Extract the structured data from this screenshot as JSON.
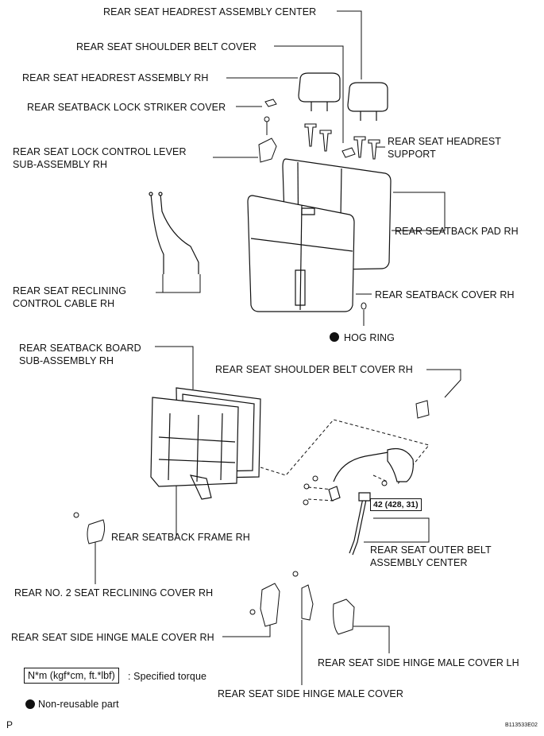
{
  "labels": {
    "headrest_center": "REAR SEAT HEADREST ASSEMBLY CENTER",
    "shoulder_belt_cover": "REAR SEAT SHOULDER BELT COVER",
    "headrest_rh": "REAR SEAT HEADREST ASSEMBLY RH",
    "lock_striker_cover": "REAR SEATBACK LOCK STRIKER COVER",
    "lock_control_lever_l1": "REAR SEAT LOCK CONTROL LEVER",
    "lock_control_lever_l2": "SUB-ASSEMBLY RH",
    "headrest_support_l1": "REAR SEAT HEADREST",
    "headrest_support_l2": "SUPPORT",
    "seatback_pad_rh": "REAR SEATBACK PAD RH",
    "reclining_cable_l1": "REAR SEAT RECLINING",
    "reclining_cable_l2": "CONTROL CABLE RH",
    "seatback_cover_rh": "REAR SEATBACK COVER RH",
    "hog_ring": "HOG RING",
    "seatback_board_l1": "REAR SEATBACK BOARD",
    "seatback_board_l2": "SUB-ASSEMBLY RH",
    "shoulder_belt_cover_rh": "REAR SEAT SHOULDER BELT COVER RH",
    "seatback_frame_rh": "REAR SEATBACK FRAME RH",
    "outer_belt_l1": "REAR SEAT OUTER BELT",
    "outer_belt_l2": "ASSEMBLY CENTER",
    "reclining_cover_rh": "REAR NO. 2 SEAT RECLINING COVER RH",
    "hinge_cover_rh": "REAR SEAT SIDE HINGE MALE COVER RH",
    "hinge_cover_lh": "REAR SEAT SIDE HINGE MALE COVER LH",
    "hinge_cover": "REAR SEAT SIDE HINGE MALE COVER"
  },
  "torque_value": "42 (428, 31)",
  "legend": {
    "torque_box": "N*m (kgf*cm, ft.*lbf)",
    "torque_desc": ": Specified torque",
    "non_reusable": "Non-reusable part"
  },
  "footer": {
    "page_letter": "P",
    "figure_id": "B113533E02"
  },
  "colors": {
    "ink": "#111111",
    "fill": "#ffffff"
  }
}
